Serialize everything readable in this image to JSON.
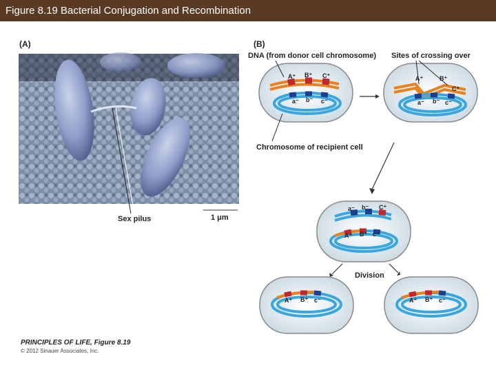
{
  "title": "Figure 8.19  Bacterial Conjugation and Recombination",
  "panel_a_label": "(A)",
  "panel_b_label": "(B)",
  "sex_pilus_label": "Sex pilus",
  "scale_label": "1 μm",
  "dna_donor_label": "DNA (from donor cell chromosome)",
  "crossing_over_label": "Sites of crossing over",
  "recipient_label": "Chromosome of recipient cell",
  "division_label": "Division",
  "footer_book": "PRINCIPLES OF LIFE, Figure 8.19",
  "footer_copyright": "© 2012 Sinauer Associates, Inc.",
  "genes": {
    "A_plus": "A⁺",
    "B_plus": "B⁺",
    "C_plus": "C⁺",
    "a_minus": "a⁻",
    "b_minus": "b⁻",
    "c_minus": "c⁻"
  },
  "colors": {
    "title_bar": "#5a3a23",
    "donor_dna_orange": "#e8821e",
    "donor_gene_red": "#c0282d",
    "recipient_blue": "#3aa6de",
    "recipient_gene_dark": "#1e3f8f",
    "cell_fill": "#e4edf2",
    "micrograph": "#8ea3bc"
  }
}
